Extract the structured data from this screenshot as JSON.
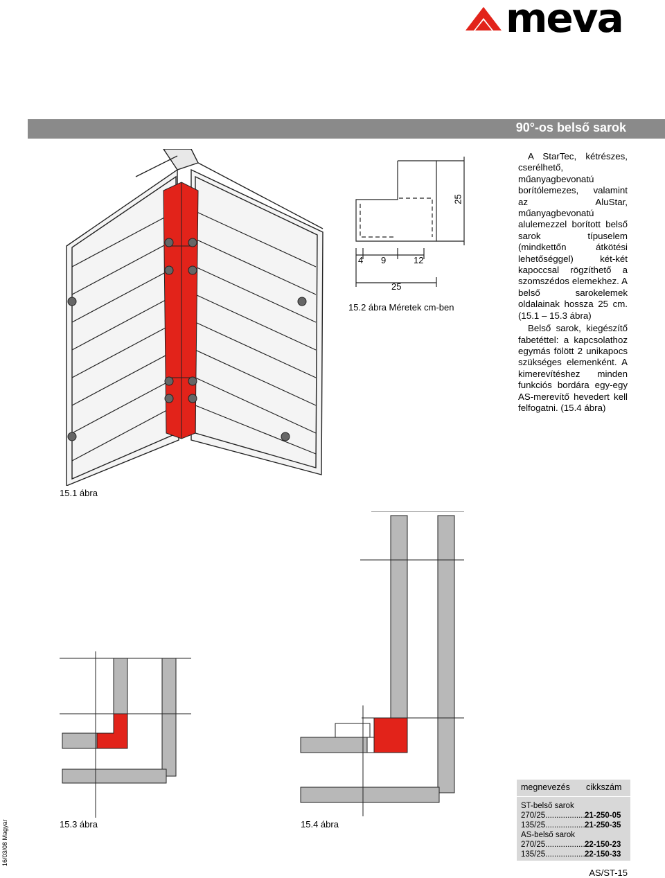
{
  "header": {
    "logo_text": "meva"
  },
  "section": {
    "title": "90°-os belső sarok"
  },
  "body": {
    "p1": "A StarTec, kétrészes, cserélhető, műanyagbevonatú borítólemezes, valamint az AluStar, műanyagbevonatú alulemezzel borított belső sarok típuselem (mindkettőn átkötési lehetőséggel) két-két kapoccsal rögzíthető a szomszédos elemekhez. A belső sarokelemek oldalainak hossza 25 cm. (15.1 – 15.3 ábra)",
    "p2": "Belső sarok, kiegészítő fabetéttel: a kapcsolathoz egymás fölött 2 unikapocs szükséges elemenként. A kimerevítéshez minden funkciós bordára egy-egy AS-merevítő hevedert kell felfogatni. (15.4 ábra)"
  },
  "figures": {
    "fig1": "15.1 ábra",
    "fig2": "15.2 ábra Méretek cm-ben",
    "fig3": "15.3 ábra",
    "fig4": "15.4 ábra",
    "dims": {
      "d4": "4",
      "d9": "9",
      "d12": "12",
      "d25a": "25",
      "d25b": "25"
    }
  },
  "table": {
    "col1": "megnevezés",
    "col2": "cikkszám",
    "group1": "ST-belső sarok",
    "r1_name": "270/25..........................",
    "r1_code": "21-250-05",
    "r2_name": "135/25..........................",
    "r2_code": "21-250-35",
    "group2": "AS-belső sarok",
    "r3_name": "270/25..........................",
    "r3_code": "22-150-23",
    "r4_name": "135/25..........................",
    "r4_code": "22-150-33"
  },
  "footer": {
    "page": "AS/ST-15",
    "side_code": "16/03/08 Magyar"
  },
  "colors": {
    "accent_red": "#e2231a",
    "panel_gray": "#b8b8b8",
    "title_bar": "#8a8a8a"
  }
}
